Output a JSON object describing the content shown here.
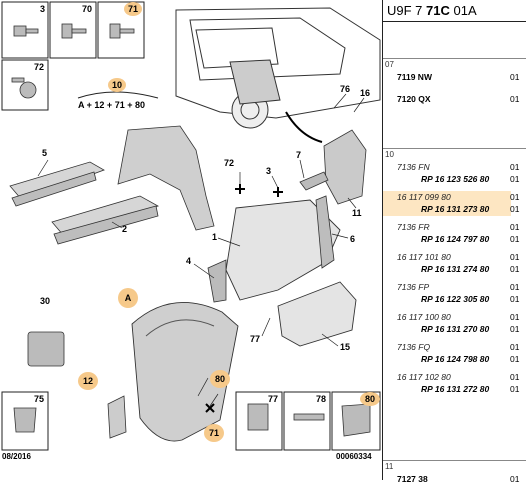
{
  "header": {
    "prefix": "U9F 7 ",
    "code_bold": "71C",
    "suffix": " 01A"
  },
  "diagram": {
    "formula": "A + 12 + 71 + 80",
    "footer_date": "08/2016",
    "footer_ref": "00060334",
    "labels": [
      "3",
      "70",
      "71",
      "72",
      "10",
      "5",
      "2",
      "72",
      "3",
      "1",
      "7",
      "76",
      "16",
      "11",
      "6",
      "4",
      "30",
      "A",
      "77",
      "15",
      "12",
      "80",
      "71",
      "75",
      "77",
      "78",
      "80"
    ]
  },
  "sections": [
    {
      "no": "07",
      "rows": [
        {
          "ref": "7119 NW",
          "style": "bold",
          "qty": "01"
        },
        {
          "ref": "7120 QX",
          "style": "bold",
          "qty": "01"
        }
      ]
    },
    {
      "no": "10",
      "rows": [
        {
          "ref": "7136 FN",
          "style": "it",
          "qty": "01"
        },
        {
          "ref": "RP 16 123 526 80",
          "style": "bi",
          "qty": "01"
        },
        {
          "ref": "16 117 099 80",
          "style": "it",
          "qty": "01"
        },
        {
          "ref": "RP 16 131 273 80",
          "style": "bi",
          "qty": "01"
        },
        {
          "ref": "7136 FR",
          "style": "it",
          "qty": "01"
        },
        {
          "ref": "RP 16 124 797 80",
          "style": "bi",
          "qty": "01"
        },
        {
          "ref": "16 117 101 80",
          "style": "it",
          "qty": "01"
        },
        {
          "ref": "RP 16 131 274 80",
          "style": "bi",
          "qty": "01"
        },
        {
          "ref": "7136 FP",
          "style": "it",
          "qty": "01"
        },
        {
          "ref": "RP 16 122 305 80",
          "style": "bi",
          "qty": "01"
        },
        {
          "ref": "16 117 100 80",
          "style": "it",
          "qty": "01"
        },
        {
          "ref": "RP 16 131 270 80",
          "style": "bi",
          "qty": "01"
        },
        {
          "ref": "7136 FQ",
          "style": "it",
          "qty": "01"
        },
        {
          "ref": "RP 16 124 798 80",
          "style": "bi",
          "qty": "01"
        },
        {
          "ref": "16 117 102 80",
          "style": "it",
          "qty": "01"
        },
        {
          "ref": "RP 16 131 272 80",
          "style": "bi",
          "qty": "01"
        }
      ]
    },
    {
      "no": "11",
      "rows": [
        {
          "ref": "7127 38",
          "style": "bold",
          "qty": "01"
        }
      ]
    }
  ]
}
